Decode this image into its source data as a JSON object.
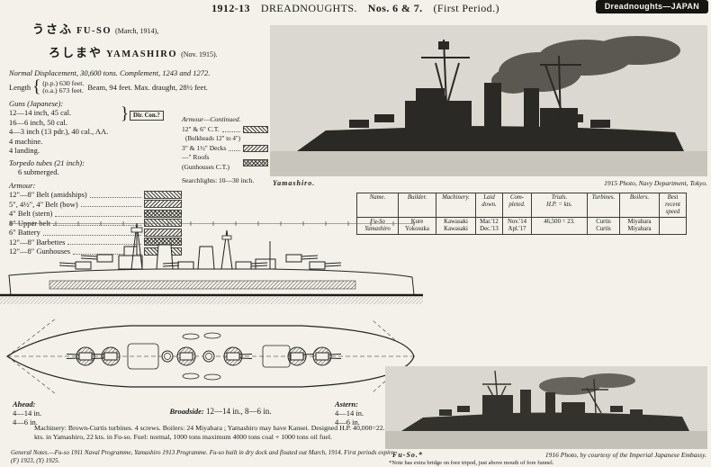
{
  "header": {
    "year": "1912-13",
    "title": "DREADNOUGHTS.",
    "nos": "Nos. 6 & 7.",
    "period": "(First Period.)",
    "corner_tab": "Dreadnoughts—JAPAN"
  },
  "names": {
    "fuso_kana": "うさふ",
    "fuso_name": "FU-SO",
    "fuso_date": "(March, 1914),",
    "yamashiro_kana": "ろしまや",
    "yamashiro_name": "YAMASHIRO",
    "yamashiro_date": "(Nov. 1915)."
  },
  "particulars": {
    "displacement": "Normal Displacement, 30,600 tons. Complement, 1243 and 1272.",
    "length_label": "Length",
    "length_pp": "(p.p.) 630 feet.",
    "length_oa": "(o.a.) 673 feet.",
    "beam_draught": "Beam, 94 feet.  Max. draught, 28½ feet."
  },
  "guns": {
    "heading": "Guns (Japanese):",
    "items": [
      "12—14 inch, 45 cal.",
      "16—6 inch, 50 cal.",
      "4—3 inch (13 pdr.), 40 cal., AA.",
      "4 machine.",
      "4 landing."
    ],
    "dir_con": "Dir. Con.?",
    "torpedo_heading": "Torpedo tubes (21 inch):",
    "torpedo_value": "6 submerged."
  },
  "armour": {
    "heading": "Armour:",
    "items": [
      "12\"—8\" Belt (amidships)",
      "5\", 4½\", 4\" Belt (bow)",
      "4\" Belt (stern)",
      "8\" Upper belt",
      "6\" Battery",
      "12\"—8\" Barbettes",
      "12\"—8\" Gunhouses"
    ]
  },
  "armour_continued": {
    "heading": "Armour—Continued.",
    "items": [
      "12\" & 6\" C.T.",
      "(Bulkheads 12\" to 4\")",
      "3\" & 1½\" Decks",
      "—\" Roofs (Gunhouses C.T.)"
    ],
    "searchlights": "Searchlights: 10—30 inch."
  },
  "yamashiro_photo": {
    "caption": "Yamashiro.",
    "credit": "1915 Photo, Navy Department, Tokyo."
  },
  "table": {
    "headers": [
      "Name.",
      "Builder.",
      "Machinery.",
      "Laid\ndown.",
      "Com-\npleted.",
      "Trials.\nH.P. = kts.",
      "Turbines.",
      "Boilers.",
      "Best\nrecent\nspeed"
    ],
    "rows": [
      [
        "Fu-So\nYamashiro",
        "Kure\nYokosuka",
        "Kawasaki\nKawasaki",
        "Mar.'12\nDec.'13",
        "Nov.'14\nApl.'17",
        "46,500 = 23.",
        "Curtis\nCurtis",
        "Miyabara\nMiyabara",
        ""
      ]
    ]
  },
  "arcs": {
    "ahead_label": "Ahead:",
    "ahead_lines": [
      "4—14 in.",
      "4—6 in."
    ],
    "broadside_label": "Broadside:",
    "broadside_value": "12—14 in., 8—6 in.",
    "astern_label": "Astern:",
    "astern_lines": [
      "4—14 in.",
      "4—6 in."
    ]
  },
  "machinery_note": "Machinery: Brown-Curtis turbines. 4 screws. Boilers: 24 Miyabara ; Yamashiro may have Kansei. Designed H.P. 40,000=22.5 kts. in Yamashiro, 22 kts. in Fu-so. Fuel: normal, 1000 tons maximum 4000 tons coal + 1000 tons oil fuel.",
  "general_notes": "General Notes.—Fu-so 1911 Naval Programme, Yamashiro 1913 Programme. Fu-so built in dry dock and floated out March, 1914. First periods expire (F) 1923, (Y) 1925.",
  "fuso_photo": {
    "caption": "Fu-So.*",
    "credit": "1916 Photo, by courtesy of the Imperial Japanese Embassy.",
    "footnote": "*Note has extra bridge on fore tripod, just above mouth of fore funnel."
  }
}
